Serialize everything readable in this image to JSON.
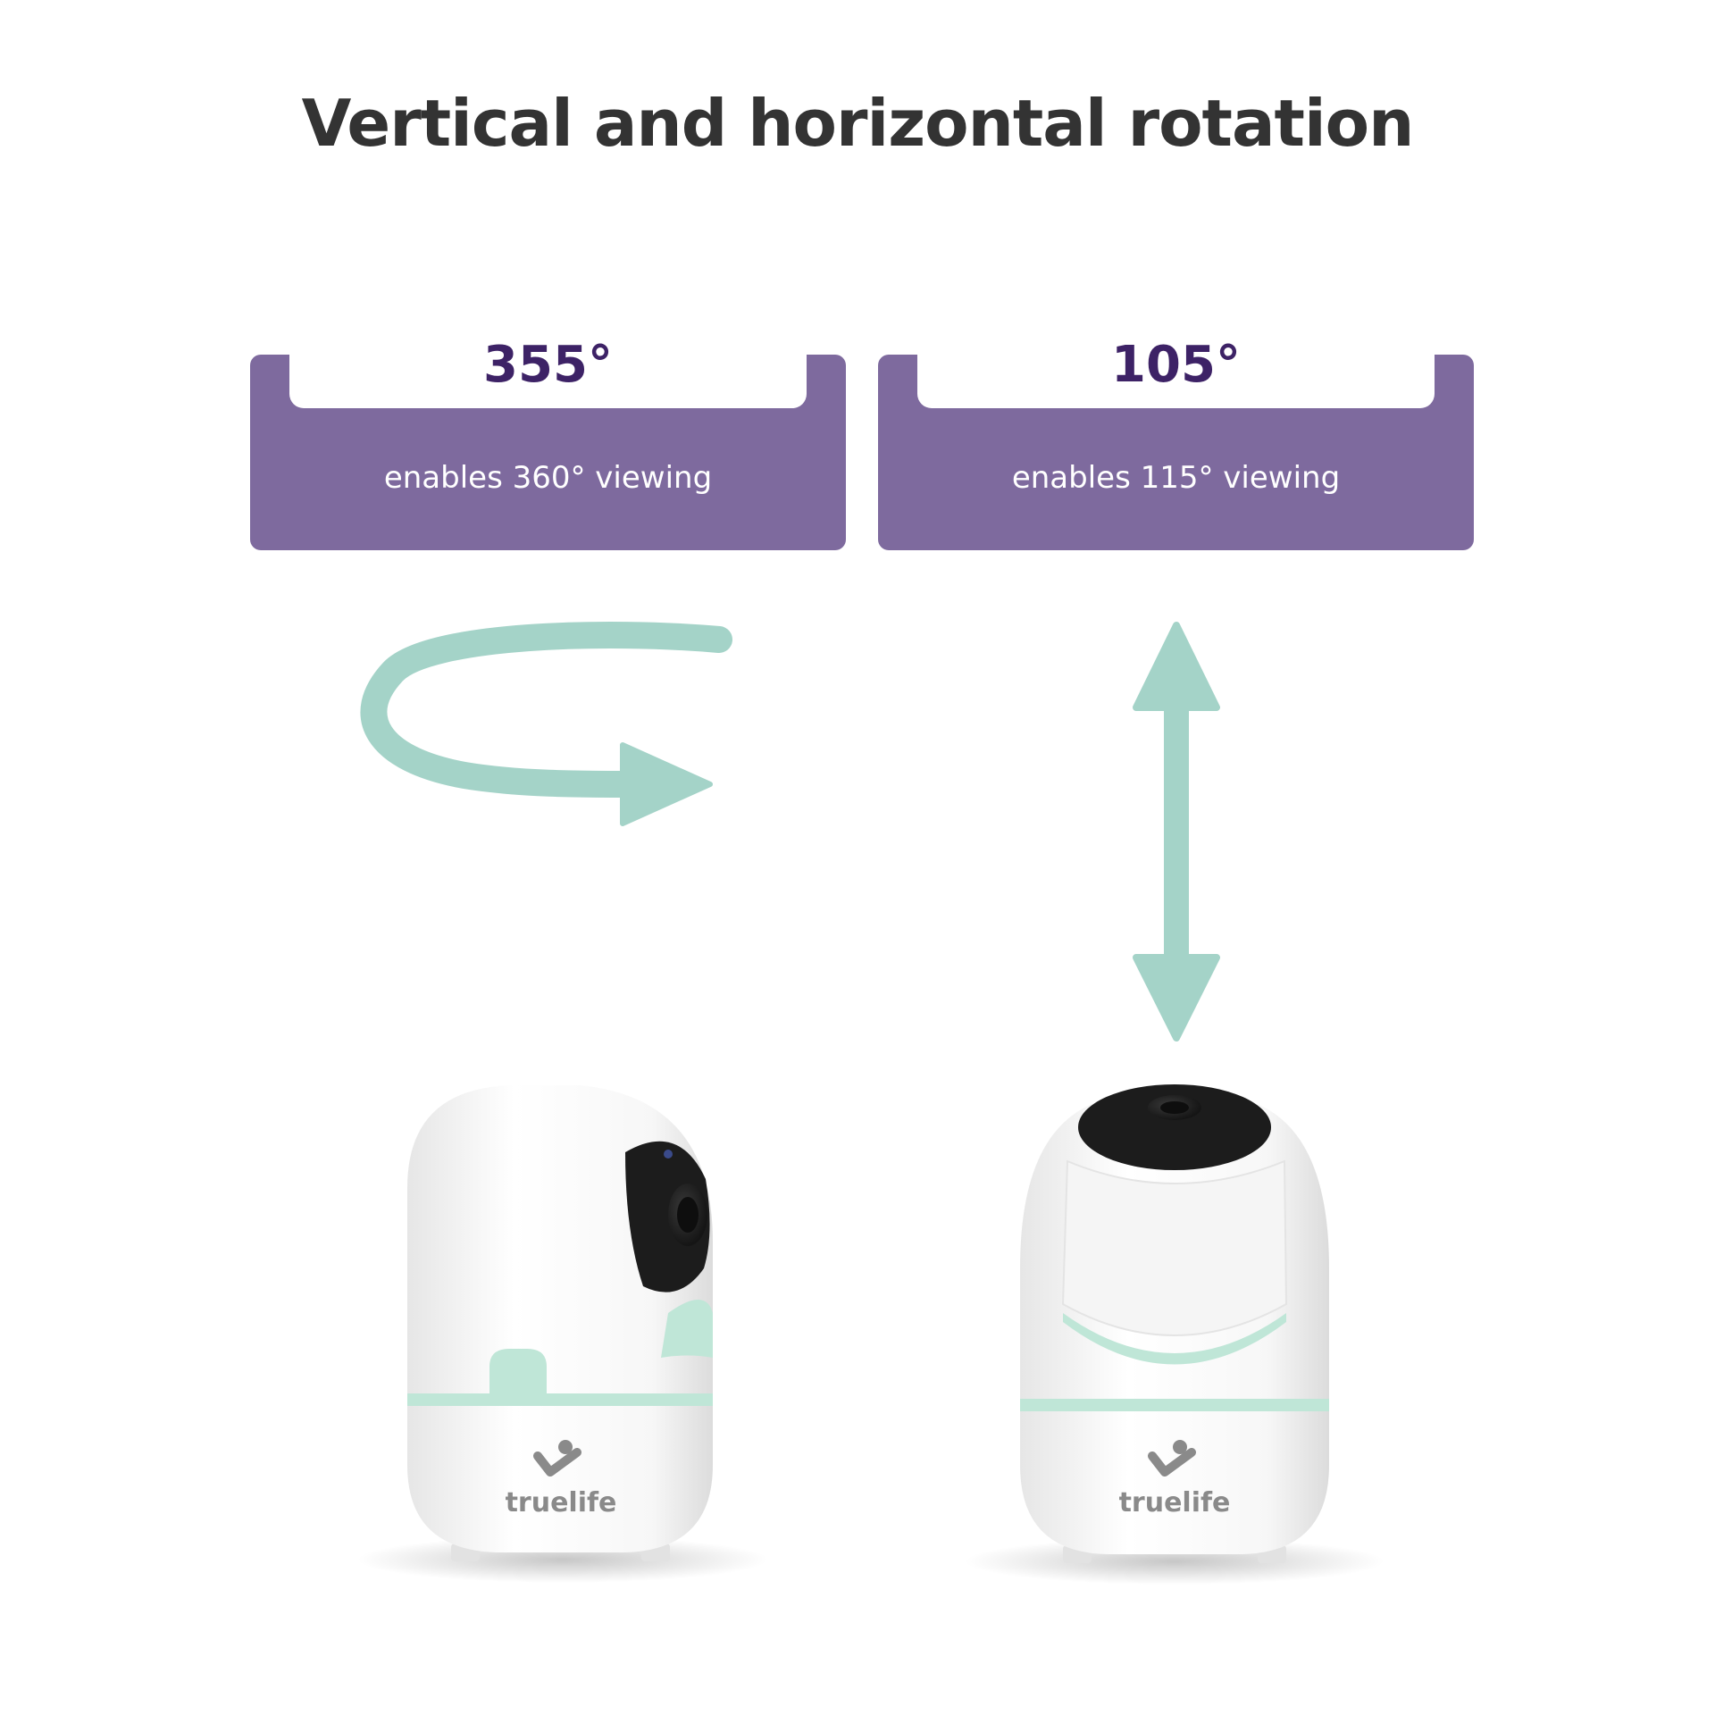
{
  "title": "Vertical and horizontal rotation",
  "cards": [
    {
      "value": "355°",
      "caption": "enables 360° viewing"
    },
    {
      "value": "105°",
      "caption": "enables 115° viewing"
    }
  ],
  "brand": {
    "name": "truelife"
  },
  "colors": {
    "purple": "#7e6a9e",
    "value_text": "#3d2266",
    "arrow_mint": "#a4d3c8",
    "camera_mint": "#bfe6d7"
  },
  "icons": [
    "rotate-horizontal-arrow-icon",
    "double-vertical-arrow-icon",
    "truelife-logo-icon"
  ]
}
